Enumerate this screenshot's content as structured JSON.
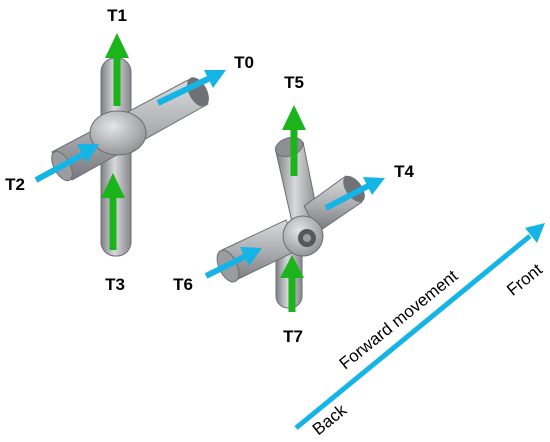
{
  "labels": {
    "t0": "T0",
    "t1": "T1",
    "t2": "T2",
    "t3": "T3",
    "t4": "T4",
    "t5": "T5",
    "t6": "T6",
    "t7": "T7"
  },
  "direction": {
    "caption": "Forward movement",
    "back": "Back",
    "front": "Front"
  },
  "colors": {
    "vertical_arrow": "#1bb41b",
    "horizontal_arrow": "#14b4e6",
    "part_body": "#b4b6b9"
  }
}
